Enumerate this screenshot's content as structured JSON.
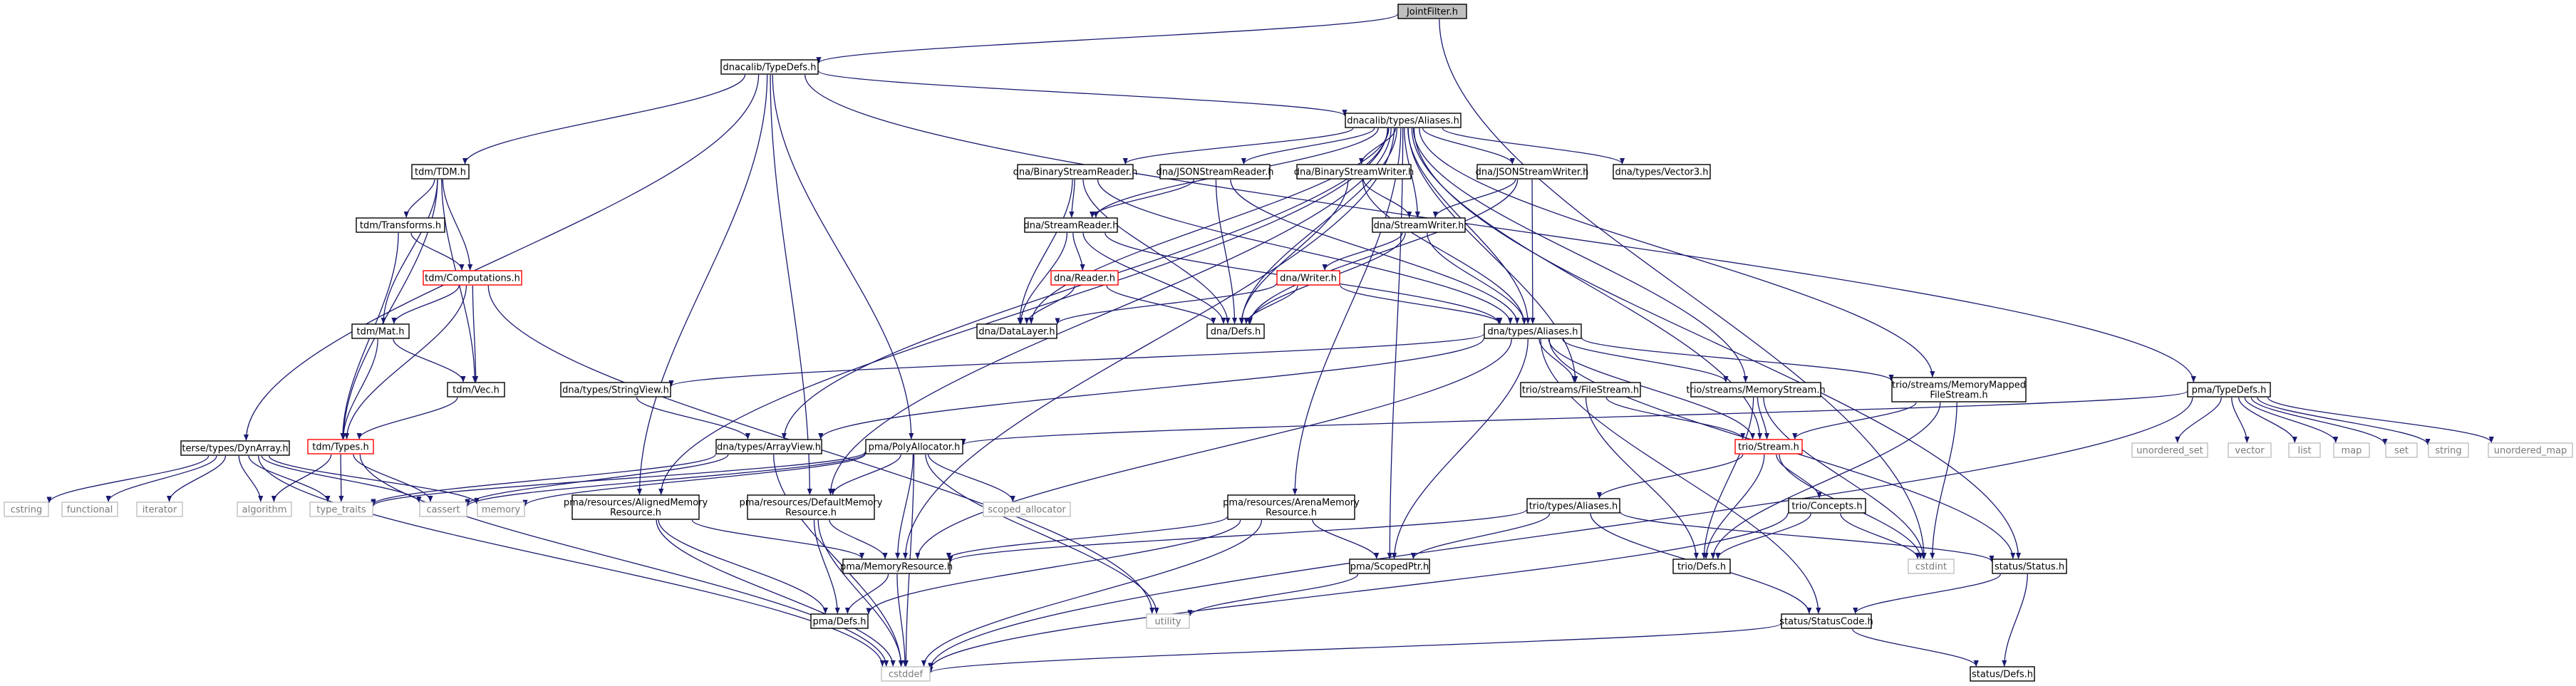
{
  "colors": {
    "edge": "#191970",
    "node_border": "#000000",
    "node_ext_border": "#bfbfbf",
    "node_trunc_border": "#ff0000",
    "root_fill": "#bfbfbf"
  },
  "nodes": [
    {
      "id": "jointfilter",
      "label": "JointFilter.h",
      "kind": "root"
    },
    {
      "id": "typedefs",
      "label": "dnacalib/TypeDefs.h",
      "kind": "normal"
    },
    {
      "id": "aliases",
      "label": "dnacalib/types/Aliases.h",
      "kind": "normal"
    },
    {
      "id": "tdm",
      "label": "tdm/TDM.h",
      "kind": "normal"
    },
    {
      "id": "transforms",
      "label": "tdm/Transforms.h",
      "kind": "normal"
    },
    {
      "id": "computations",
      "label": "tdm/Computations.h",
      "kind": "truncated"
    },
    {
      "id": "mat",
      "label": "tdm/Mat.h",
      "kind": "normal"
    },
    {
      "id": "vec",
      "label": "tdm/Vec.h",
      "kind": "normal"
    },
    {
      "id": "tdmtypes",
      "label": "tdm/Types.h",
      "kind": "truncated"
    },
    {
      "id": "dynarray",
      "label": "terse/types/DynArray.h",
      "kind": "normal"
    },
    {
      "id": "binreader",
      "label": "dna/BinaryStreamReader.h",
      "kind": "normal"
    },
    {
      "id": "jsonreader",
      "label": "dna/JSONStreamReader.h",
      "kind": "normal"
    },
    {
      "id": "binwriter",
      "label": "dna/BinaryStreamWriter.h",
      "kind": "normal"
    },
    {
      "id": "jsonwriter",
      "label": "dna/JSONStreamWriter.h",
      "kind": "normal"
    },
    {
      "id": "vector3",
      "label": "dna/types/Vector3.h",
      "kind": "normal"
    },
    {
      "id": "streamreader",
      "label": "dna/StreamReader.h",
      "kind": "normal"
    },
    {
      "id": "streamwriter",
      "label": "dna/StreamWriter.h",
      "kind": "normal"
    },
    {
      "id": "reader",
      "label": "dna/Reader.h",
      "kind": "truncated"
    },
    {
      "id": "writer",
      "label": "dna/Writer.h",
      "kind": "truncated"
    },
    {
      "id": "datalayer",
      "label": "dna/DataLayer.h",
      "kind": "normal"
    },
    {
      "id": "dnadefs",
      "label": "dna/Defs.h",
      "kind": "normal"
    },
    {
      "id": "dnaaliases",
      "label": "dna/types/Aliases.h",
      "kind": "normal"
    },
    {
      "id": "stringview",
      "label": "dna/types/StringView.h",
      "kind": "normal"
    },
    {
      "id": "arrayview",
      "label": "dna/types/ArrayView.h",
      "kind": "normal"
    },
    {
      "id": "filestream",
      "label": "trio/streams/FileStream.h",
      "kind": "normal"
    },
    {
      "id": "memstream",
      "label": "trio/streams/MemoryStream.h",
      "kind": "normal"
    },
    {
      "id": "mmfstream",
      "label": "trio/streams/MemoryMapped\nFileStream.h",
      "kind": "normal"
    },
    {
      "id": "triostream",
      "label": "trio/Stream.h",
      "kind": "truncated"
    },
    {
      "id": "pmatypedefs",
      "label": "pma/TypeDefs.h",
      "kind": "normal"
    },
    {
      "id": "polyalloc",
      "label": "pma/PolyAllocator.h",
      "kind": "normal"
    },
    {
      "id": "alignedmem",
      "label": "pma/resources/AlignedMemory\nResource.h",
      "kind": "normal"
    },
    {
      "id": "defaultmem",
      "label": "pma/resources/DefaultMemory\nResource.h",
      "kind": "normal"
    },
    {
      "id": "arenamem",
      "label": "pma/resources/ArenaMemory\nResource.h",
      "kind": "normal"
    },
    {
      "id": "memres",
      "label": "pma/MemoryResource.h",
      "kind": "normal"
    },
    {
      "id": "pmadefs",
      "label": "pma/Defs.h",
      "kind": "normal"
    },
    {
      "id": "scopedptr",
      "label": "pma/ScopedPtr.h",
      "kind": "normal"
    },
    {
      "id": "trioaliases",
      "label": "trio/types/Aliases.h",
      "kind": "normal"
    },
    {
      "id": "concepts",
      "label": "trio/Concepts.h",
      "kind": "normal"
    },
    {
      "id": "triodefs",
      "label": "trio/Defs.h",
      "kind": "normal"
    },
    {
      "id": "status",
      "label": "status/Status.h",
      "kind": "normal"
    },
    {
      "id": "statuscode",
      "label": "status/StatusCode.h",
      "kind": "normal"
    },
    {
      "id": "statusdefs",
      "label": "status/Defs.h",
      "kind": "normal"
    },
    {
      "id": "cstring",
      "label": "cstring",
      "kind": "external"
    },
    {
      "id": "functional",
      "label": "functional",
      "kind": "external"
    },
    {
      "id": "iterator",
      "label": "iterator",
      "kind": "external"
    },
    {
      "id": "algorithm",
      "label": "algorithm",
      "kind": "external"
    },
    {
      "id": "typetraits",
      "label": "type_traits",
      "kind": "external"
    },
    {
      "id": "cassert",
      "label": "cassert",
      "kind": "external"
    },
    {
      "id": "memory",
      "label": "memory",
      "kind": "external"
    },
    {
      "id": "scopedalloc",
      "label": "scoped_allocator",
      "kind": "external"
    },
    {
      "id": "utility",
      "label": "utility",
      "kind": "external"
    },
    {
      "id": "cstddef",
      "label": "cstddef",
      "kind": "external"
    },
    {
      "id": "cstdint",
      "label": "cstdint",
      "kind": "external"
    },
    {
      "id": "unordset",
      "label": "unordered_set",
      "kind": "external"
    },
    {
      "id": "vector",
      "label": "vector",
      "kind": "external"
    },
    {
      "id": "list",
      "label": "list",
      "kind": "external"
    },
    {
      "id": "map",
      "label": "map",
      "kind": "external"
    },
    {
      "id": "set",
      "label": "set",
      "kind": "external"
    },
    {
      "id": "string",
      "label": "string",
      "kind": "external"
    },
    {
      "id": "unordmap",
      "label": "unordered_map",
      "kind": "external"
    }
  ],
  "edges": [
    [
      "jointfilter",
      "typedefs"
    ],
    [
      "jointfilter",
      "cstdint"
    ],
    [
      "typedefs",
      "aliases"
    ],
    [
      "typedefs",
      "tdm"
    ],
    [
      "typedefs",
      "dynarray"
    ],
    [
      "typedefs",
      "polyalloc"
    ],
    [
      "typedefs",
      "defaultmem"
    ],
    [
      "typedefs",
      "alignedmem"
    ],
    [
      "typedefs",
      "pmatypedefs"
    ],
    [
      "aliases",
      "binreader"
    ],
    [
      "aliases",
      "jsonreader"
    ],
    [
      "aliases",
      "binwriter"
    ],
    [
      "aliases",
      "jsonwriter"
    ],
    [
      "aliases",
      "vector3"
    ],
    [
      "aliases",
      "streamreader"
    ],
    [
      "aliases",
      "streamwriter"
    ],
    [
      "aliases",
      "datalayer"
    ],
    [
      "aliases",
      "dnadefs"
    ],
    [
      "aliases",
      "dnaaliases"
    ],
    [
      "aliases",
      "filestream"
    ],
    [
      "aliases",
      "memstream"
    ],
    [
      "aliases",
      "mmfstream"
    ],
    [
      "aliases",
      "triostream"
    ],
    [
      "aliases",
      "status"
    ],
    [
      "aliases",
      "scopedptr"
    ],
    [
      "aliases",
      "memres"
    ],
    [
      "aliases",
      "arenamem"
    ],
    [
      "aliases",
      "defaultmem"
    ],
    [
      "aliases",
      "alignedmem"
    ],
    [
      "aliases",
      "arrayview"
    ],
    [
      "tdm",
      "transforms"
    ],
    [
      "tdm",
      "computations"
    ],
    [
      "tdm",
      "mat"
    ],
    [
      "tdm",
      "vec"
    ],
    [
      "tdm",
      "tdmtypes"
    ],
    [
      "transforms",
      "computations"
    ],
    [
      "transforms",
      "tdmtypes"
    ],
    [
      "computations",
      "mat"
    ],
    [
      "computations",
      "vec"
    ],
    [
      "computations",
      "tdmtypes"
    ],
    [
      "computations",
      "utility"
    ],
    [
      "mat",
      "vec"
    ],
    [
      "mat",
      "tdmtypes"
    ],
    [
      "vec",
      "tdmtypes"
    ],
    [
      "tdmtypes",
      "algorithm"
    ],
    [
      "tdmtypes",
      "typetraits"
    ],
    [
      "tdmtypes",
      "cassert"
    ],
    [
      "tdmtypes",
      "cstddef"
    ],
    [
      "dynarray",
      "cstring"
    ],
    [
      "dynarray",
      "functional"
    ],
    [
      "dynarray",
      "iterator"
    ],
    [
      "dynarray",
      "algorithm"
    ],
    [
      "dynarray",
      "typetraits"
    ],
    [
      "dynarray",
      "cassert"
    ],
    [
      "dynarray",
      "memory"
    ],
    [
      "dynarray",
      "cstddef"
    ],
    [
      "binreader",
      "streamreader"
    ],
    [
      "binreader",
      "datalayer"
    ],
    [
      "binreader",
      "dnadefs"
    ],
    [
      "binreader",
      "dnaaliases"
    ],
    [
      "jsonreader",
      "streamreader"
    ],
    [
      "jsonreader",
      "dnadefs"
    ],
    [
      "jsonreader",
      "dnaaliases"
    ],
    [
      "binwriter",
      "streamwriter"
    ],
    [
      "binwriter",
      "dnadefs"
    ],
    [
      "binwriter",
      "dnaaliases"
    ],
    [
      "jsonwriter",
      "streamwriter"
    ],
    [
      "jsonwriter",
      "dnadefs"
    ],
    [
      "jsonwriter",
      "dnaaliases"
    ],
    [
      "streamreader",
      "reader"
    ],
    [
      "streamreader",
      "datalayer"
    ],
    [
      "streamreader",
      "dnadefs"
    ],
    [
      "streamreader",
      "dnaaliases"
    ],
    [
      "streamwriter",
      "writer"
    ],
    [
      "streamwriter",
      "dnadefs"
    ],
    [
      "streamwriter",
      "dnaaliases"
    ],
    [
      "reader",
      "datalayer"
    ],
    [
      "reader",
      "dnadefs"
    ],
    [
      "writer",
      "datalayer"
    ],
    [
      "writer",
      "dnadefs"
    ],
    [
      "writer",
      "dnaaliases"
    ],
    [
      "dnaaliases",
      "stringview"
    ],
    [
      "dnaaliases",
      "arrayview"
    ],
    [
      "dnaaliases",
      "filestream"
    ],
    [
      "dnaaliases",
      "memstream"
    ],
    [
      "dnaaliases",
      "mmfstream"
    ],
    [
      "dnaaliases",
      "triostream"
    ],
    [
      "dnaaliases",
      "scopedptr"
    ],
    [
      "dnaaliases",
      "memres"
    ],
    [
      "dnaaliases",
      "status"
    ],
    [
      "dnaaliases",
      "statuscode"
    ],
    [
      "stringview",
      "arrayview"
    ],
    [
      "arrayview",
      "cassert"
    ],
    [
      "arrayview",
      "cstddef"
    ],
    [
      "arrayview",
      "typetraits"
    ],
    [
      "filestream",
      "triostream"
    ],
    [
      "filestream",
      "triodefs"
    ],
    [
      "memstream",
      "triostream"
    ],
    [
      "memstream",
      "triodefs"
    ],
    [
      "memstream",
      "cstdint"
    ],
    [
      "mmfstream",
      "triostream"
    ],
    [
      "mmfstream",
      "triodefs"
    ],
    [
      "mmfstream",
      "cstdint"
    ],
    [
      "triostream",
      "trioaliases"
    ],
    [
      "triostream",
      "concepts"
    ],
    [
      "triostream",
      "triodefs"
    ],
    [
      "triostream",
      "cstdint"
    ],
    [
      "pmatypedefs",
      "polyalloc"
    ],
    [
      "pmatypedefs",
      "unordset"
    ],
    [
      "pmatypedefs",
      "vector"
    ],
    [
      "pmatypedefs",
      "list"
    ],
    [
      "pmatypedefs",
      "map"
    ],
    [
      "pmatypedefs",
      "set"
    ],
    [
      "pmatypedefs",
      "string"
    ],
    [
      "pmatypedefs",
      "unordmap"
    ],
    [
      "pmatypedefs",
      "cstddef"
    ],
    [
      "polyalloc",
      "defaultmem"
    ],
    [
      "polyalloc",
      "memres"
    ],
    [
      "polyalloc",
      "scopedalloc"
    ],
    [
      "polyalloc",
      "utility"
    ],
    [
      "polyalloc",
      "cassert"
    ],
    [
      "polyalloc",
      "memory"
    ],
    [
      "polyalloc",
      "cstddef"
    ],
    [
      "polyalloc",
      "typetraits"
    ],
    [
      "alignedmem",
      "memres"
    ],
    [
      "alignedmem",
      "pmadefs"
    ],
    [
      "alignedmem",
      "cstddef"
    ],
    [
      "defaultmem",
      "memres"
    ],
    [
      "defaultmem",
      "pmadefs"
    ],
    [
      "defaultmem",
      "cstddef"
    ],
    [
      "arenamem",
      "memres"
    ],
    [
      "arenamem",
      "scopedptr"
    ],
    [
      "arenamem",
      "pmadefs"
    ],
    [
      "arenamem",
      "cstddef"
    ],
    [
      "memres",
      "pmadefs"
    ],
    [
      "memres",
      "cstddef"
    ],
    [
      "scopedptr",
      "utility"
    ],
    [
      "trioaliases",
      "memres"
    ],
    [
      "trioaliases",
      "scopedptr"
    ],
    [
      "trioaliases",
      "status"
    ],
    [
      "trioaliases",
      "statuscode"
    ],
    [
      "concepts",
      "triodefs"
    ],
    [
      "concepts",
      "cstdint"
    ],
    [
      "concepts",
      "cstddef"
    ],
    [
      "status",
      "statuscode"
    ],
    [
      "status",
      "statusdefs"
    ],
    [
      "statuscode",
      "cstddef"
    ],
    [
      "statuscode",
      "statusdefs"
    ]
  ]
}
